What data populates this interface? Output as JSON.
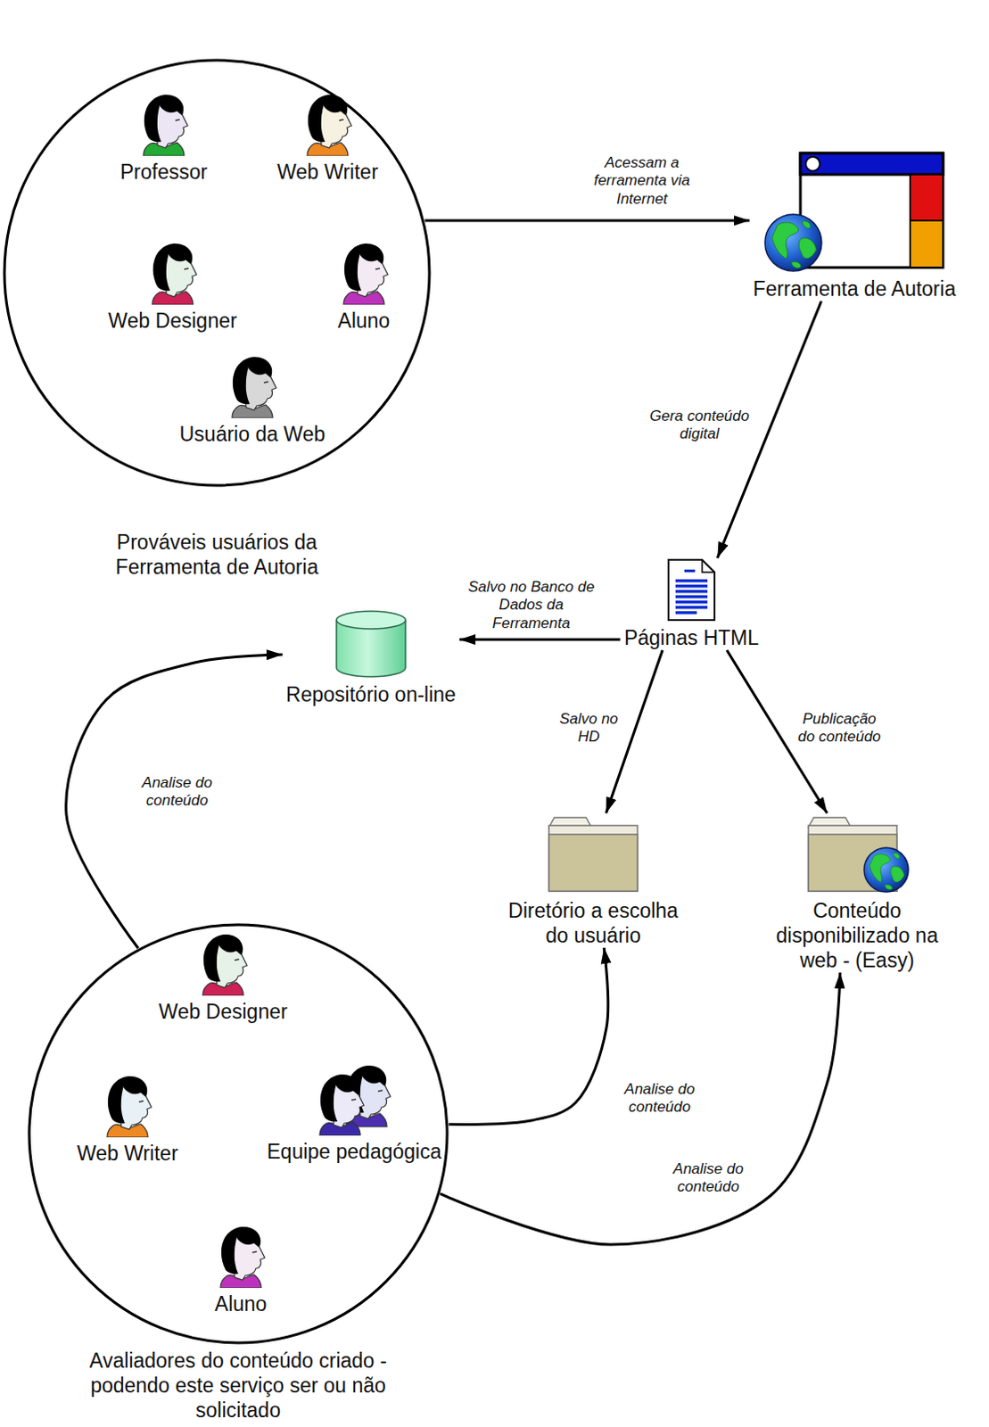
{
  "diagram": {
    "nodes": [
      {
        "text": [
          "Prováveis usuários da Ferramenta de Autoria"
        ]
      },
      {
        "text": [
          "Professor"
        ],
        "in": 0
      },
      {
        "text": [
          "Web Writer"
        ],
        "in": 0
      },
      {
        "text": [
          "Web Designer"
        ],
        "in": 0
      },
      {
        "text": [
          "Aluno"
        ],
        "in": 0
      },
      {
        "text": [
          "Usuário da Web"
        ],
        "in": 0
      },
      {
        "text": [
          "Ferramenta de Autoria"
        ]
      },
      {
        "text": [
          "Páginas HTML"
        ]
      },
      {
        "text": [
          "Repositório on-line"
        ]
      },
      {
        "text": [
          "Diretório a escolha do usuário"
        ]
      },
      {
        "text": [
          "Conteúdo disponibilizado na web - (Easy)"
        ]
      },
      {
        "text": [
          "Avaliadores do conteúdo criado - podendo este serviço ser ou não solicitado"
        ]
      },
      {
        "text": [
          "Web Designer"
        ],
        "in": 11
      },
      {
        "text": [
          "Web Writer"
        ],
        "in": 11
      },
      {
        "text": [
          "Equipe pedagógica"
        ],
        "in": 11
      },
      {
        "text": [
          "Aluno"
        ],
        "in": 11
      }
    ],
    "edges": [
      {
        "from": 0,
        "to": 6,
        "label": "Acessam a ferramenta via Internet",
        "arrow": "to"
      },
      {
        "from": 6,
        "to": 7,
        "label": "Gera conteúdo digital",
        "arrow": "to"
      },
      {
        "from": 7,
        "to": 8,
        "label": "Salvo no Banco de Dados da Ferramenta",
        "arrow": "to"
      },
      {
        "from": 7,
        "to": 9,
        "label": "Salvo no HD",
        "arrow": "to"
      },
      {
        "from": 7,
        "to": 10,
        "label": "Publicação do conteúdo",
        "arrow": "to"
      },
      {
        "from": 11,
        "to": 8,
        "label": "Analise do conteúdo",
        "arrow": "to"
      },
      {
        "from": 11,
        "to": 9,
        "label": "Analise do conteúdo",
        "arrow": "to"
      },
      {
        "from": 11,
        "to": 10,
        "label": "Analise do conteúdo",
        "arrow": "to"
      }
    ]
  }
}
